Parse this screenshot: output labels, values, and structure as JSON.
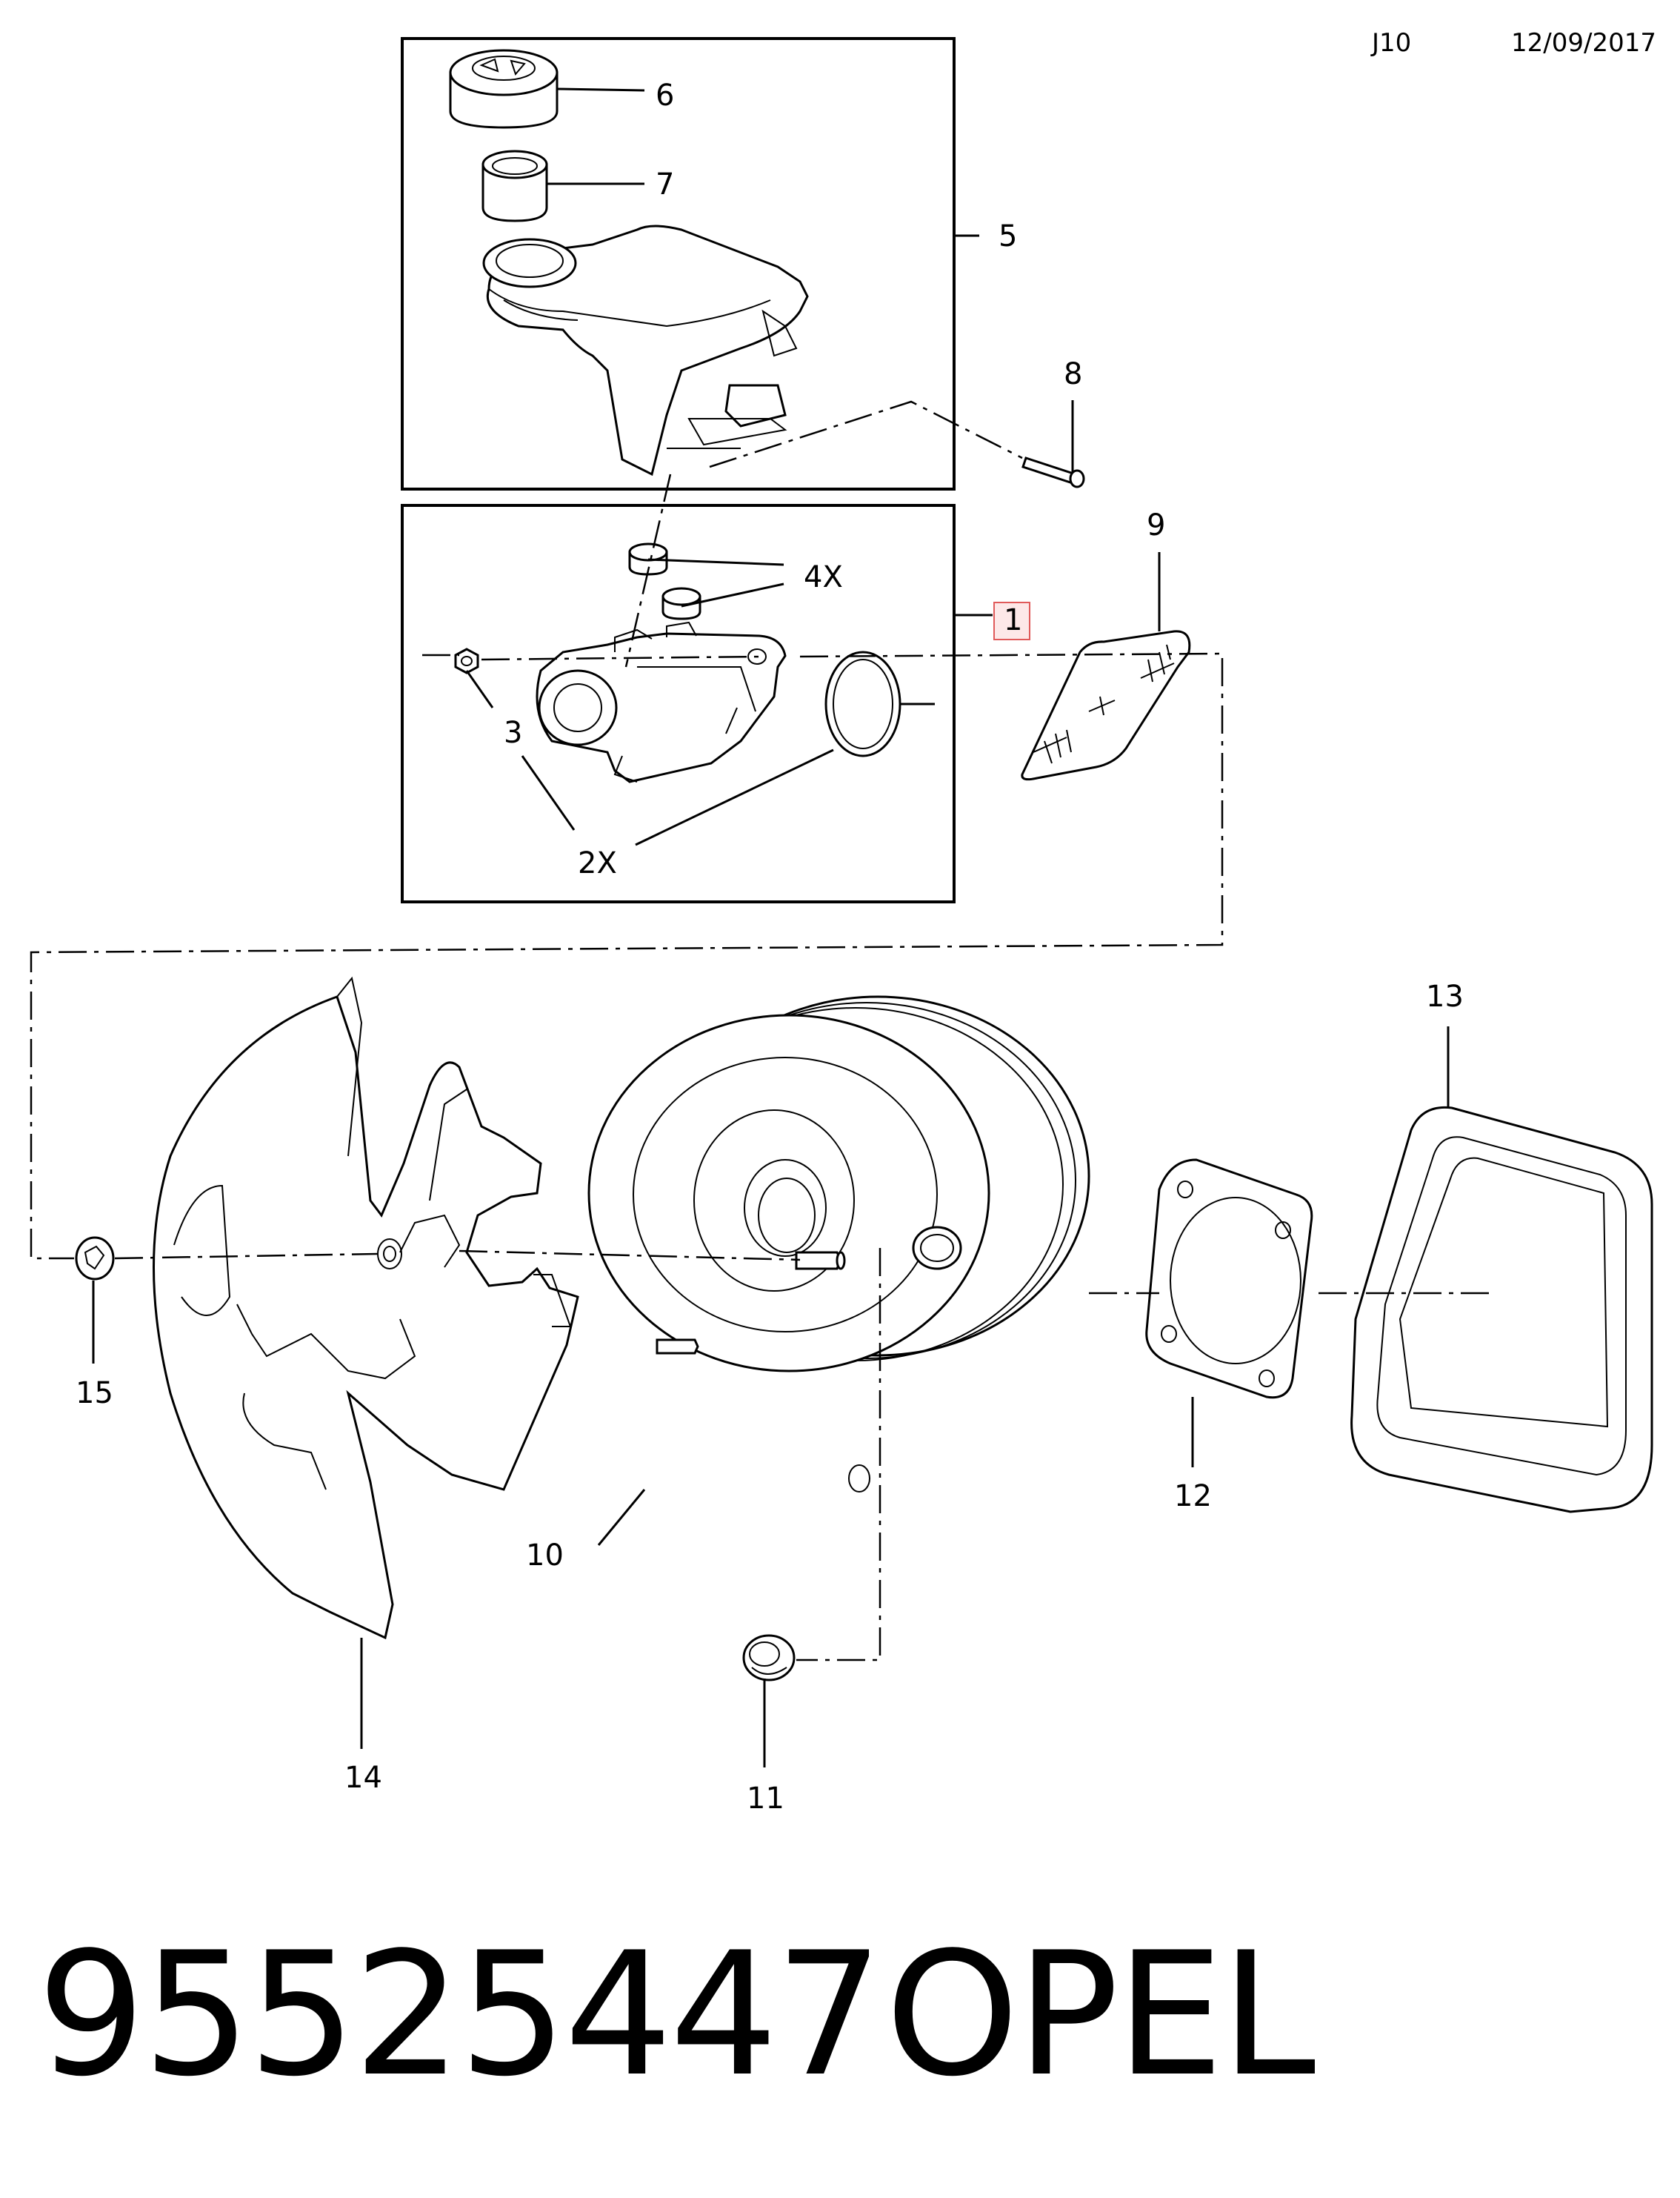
{
  "header": {
    "code": "J10",
    "date": "12/09/2017"
  },
  "footer": {
    "part_number": "95525447",
    "brand": "OPEL"
  },
  "callouts": {
    "c1": "1",
    "c2x": "2X",
    "c3": "3",
    "c4x": "4X",
    "c5": "5",
    "c6": "6",
    "c7": "7",
    "c8": "8",
    "c9": "9",
    "c10": "10",
    "c11": "11",
    "c12": "12",
    "c13": "13",
    "c14": "14",
    "c15": "15"
  },
  "colors": {
    "highlight_box": "#e05a5a",
    "highlight_fill": "#fde8e8"
  }
}
